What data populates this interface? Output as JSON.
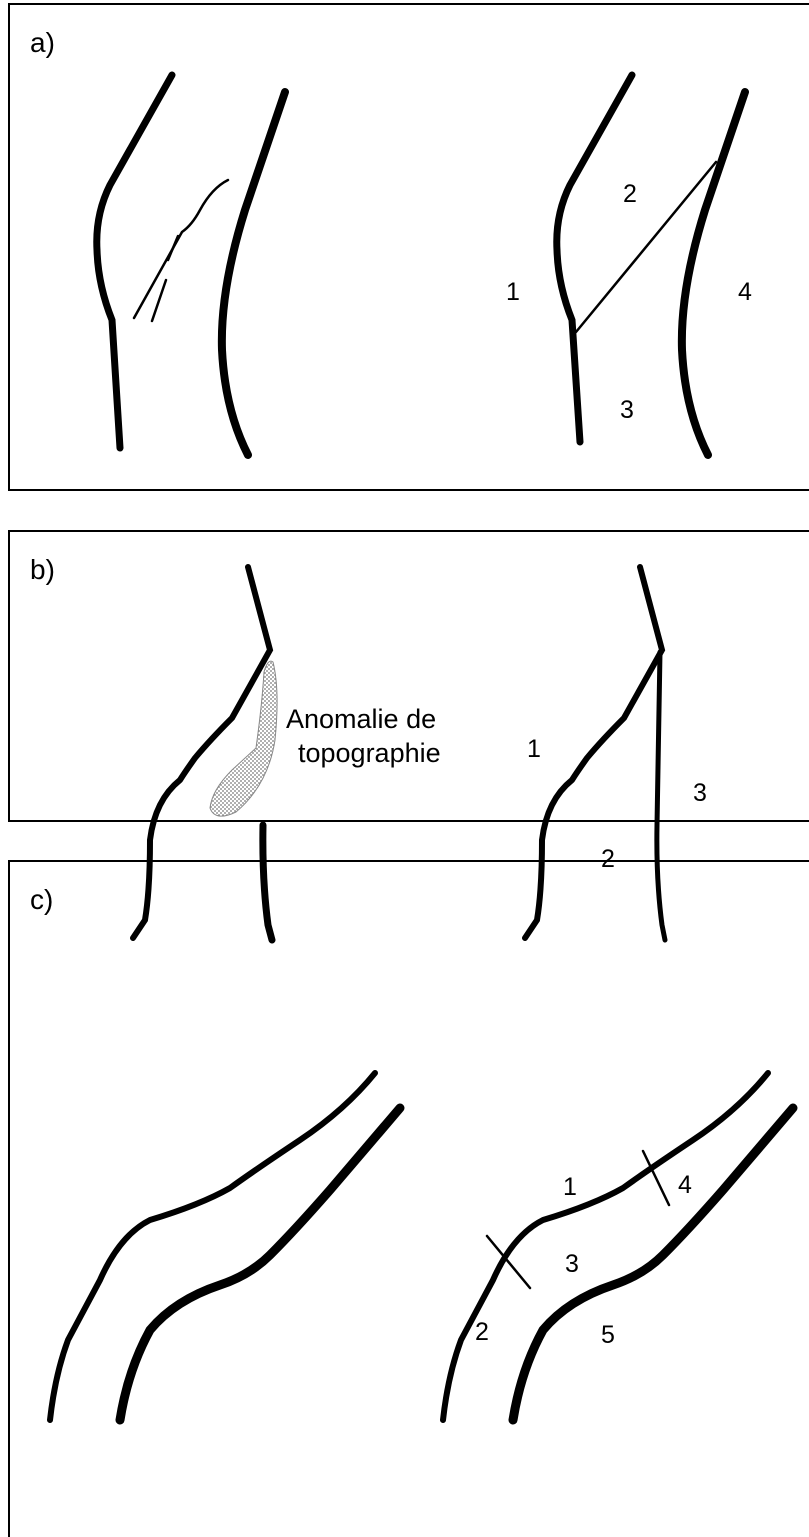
{
  "panels": [
    {
      "label": "a)",
      "regions": [
        "1",
        "2",
        "3",
        "4"
      ]
    },
    {
      "label": "b)",
      "regions": [
        "1",
        "2",
        "3"
      ],
      "annotation": [
        "Anomalie de",
        "topographie"
      ]
    },
    {
      "label": "c)",
      "regions": [
        "1",
        "2",
        "3",
        "4",
        "5"
      ]
    }
  ],
  "colors": {
    "stroke": "#000000",
    "background": "#ffffff",
    "anomaly_fill": "#9a9a9a"
  }
}
